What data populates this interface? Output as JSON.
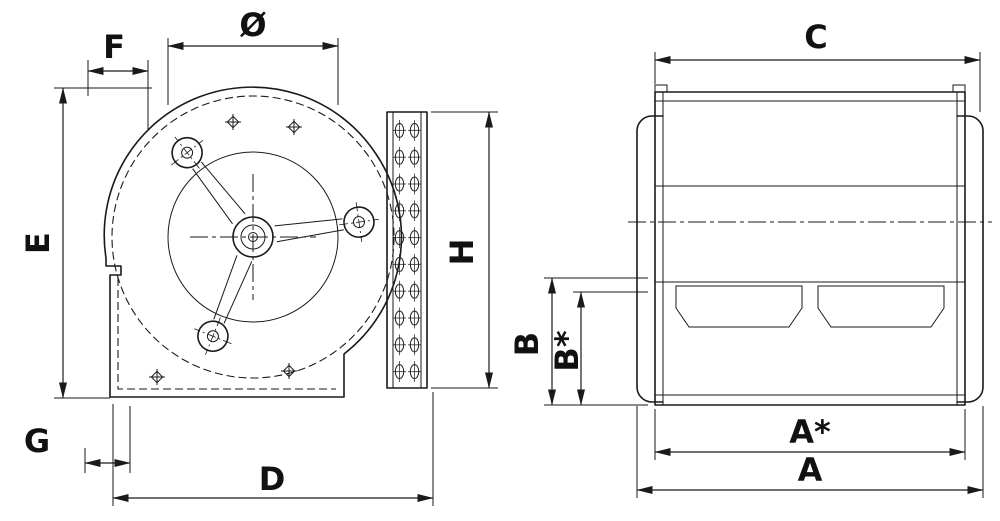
{
  "labels": {
    "diameter": "Ø",
    "f": "F",
    "e": "E",
    "g": "G",
    "d": "D",
    "h": "H",
    "c": "C",
    "b": "B",
    "b_star": "B*",
    "a_star": "A*",
    "a": "A"
  },
  "colors": {
    "line": "#1a1a1a",
    "background": "#ffffff"
  }
}
